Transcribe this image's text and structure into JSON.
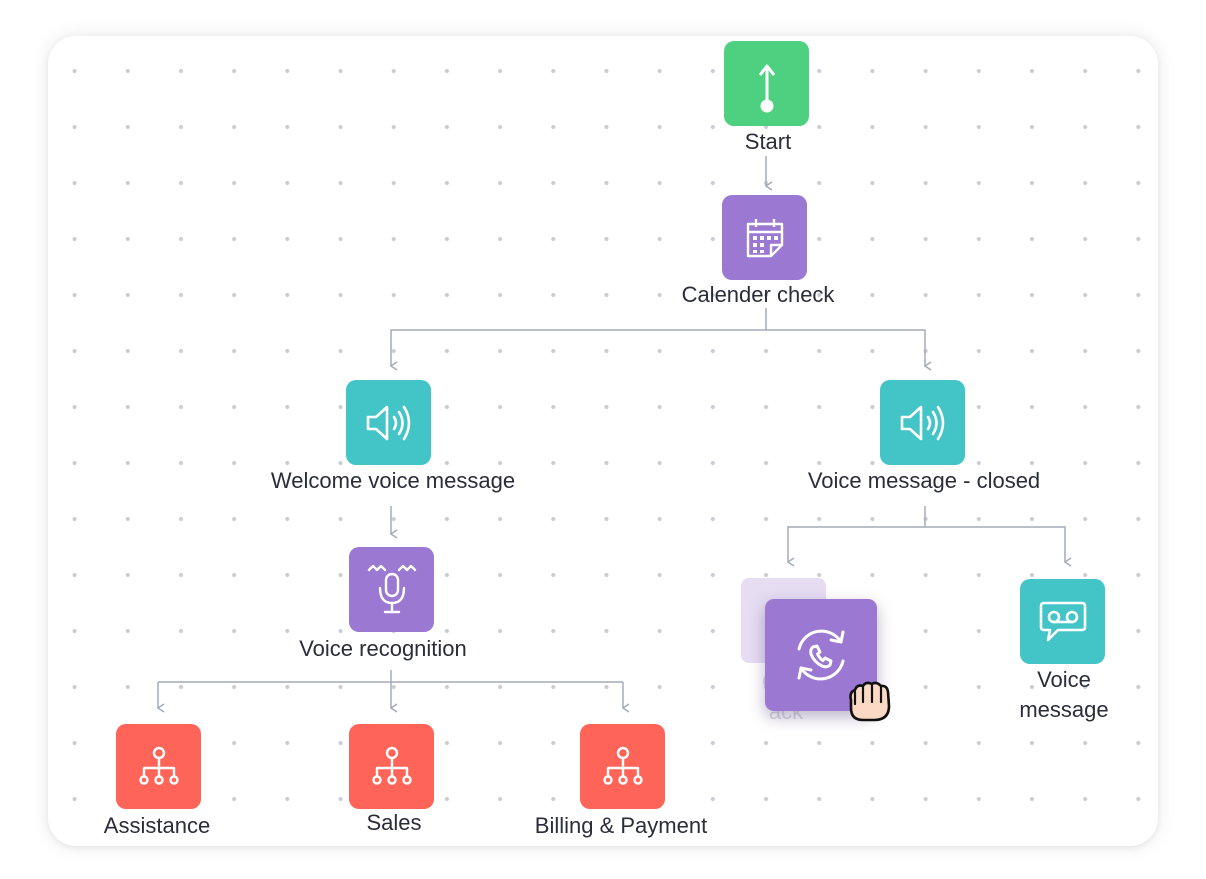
{
  "nodes": {
    "start": {
      "label": "Start",
      "icon": "start-arrow-icon",
      "color": "#4dd07f"
    },
    "calendar_check": {
      "label": "Calender check",
      "icon": "calendar-icon",
      "color": "#9b78d1"
    },
    "welcome_voice": {
      "label": "Welcome voice message",
      "icon": "speaker-icon",
      "color": "#43c5c8"
    },
    "voice_closed": {
      "label": "Voice message - closed",
      "icon": "speaker-icon",
      "color": "#43c5c8"
    },
    "voice_recognition": {
      "label": "Voice recognition",
      "icon": "microphone-wave-icon",
      "color": "#9b78d1"
    },
    "assistance": {
      "label": "Assistance",
      "icon": "hierarchy-icon",
      "color": "#fe6458"
    },
    "sales": {
      "label": "Sales",
      "icon": "hierarchy-icon",
      "color": "#fe6458"
    },
    "billing": {
      "label": "Billing & Payment",
      "icon": "hierarchy-icon",
      "color": "#fe6458"
    },
    "callback": {
      "label_line1": "C",
      "label_line2": "ack",
      "icon": "phone-refresh-icon",
      "color": "#9b78d1"
    },
    "voicemail": {
      "label_line1": "Voice",
      "label_line2": "message",
      "icon": "voicemail-icon",
      "color": "#43c5c8"
    }
  },
  "cursor": {
    "icon": "grab-hand-cursor-icon"
  }
}
